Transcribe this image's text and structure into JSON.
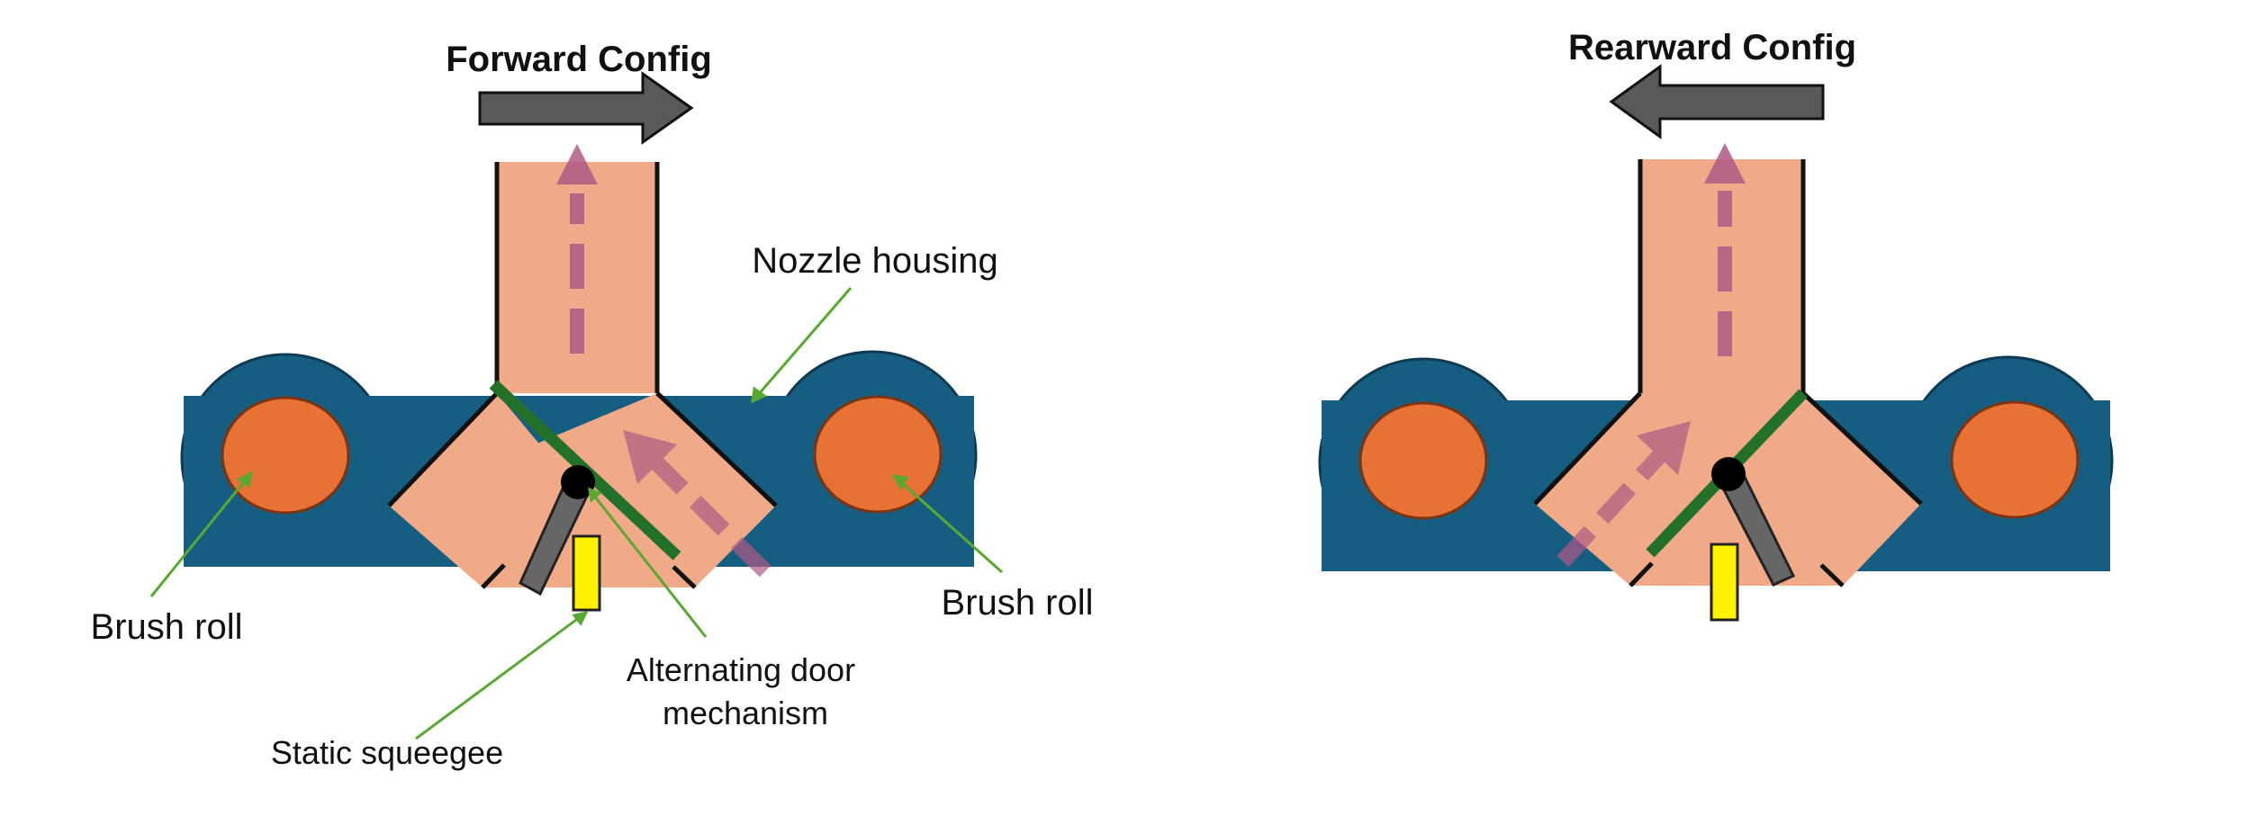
{
  "diagrams": {
    "forward": {
      "title": "Forward Config",
      "labels": {
        "nozzle_housing": "Nozzle housing",
        "brush_roll_left": "Brush roll",
        "brush_roll_right": "Brush roll",
        "door_line1": "Alternating door",
        "door_line2": "mechanism",
        "squeegee": "Static squeegee"
      }
    },
    "rearward": {
      "title": "Rearward Config"
    }
  },
  "colors": {
    "housing": "#165d82",
    "housing_outline": "#0f3b52",
    "nozzle": "#f1aa87",
    "brush_roll": "#e87236",
    "brush_roll_outline": "#7a3412",
    "flow_arrow": "#b05a85",
    "door": "#23702a",
    "pivot": "#000000",
    "wiper": "#666666",
    "squeegee": "#fff200",
    "direction_arrow": "#595959",
    "leader": "#5aa832"
  },
  "icons": [
    "direction-arrow-right-icon",
    "direction-arrow-left-icon",
    "flow-arrow-icon"
  ]
}
